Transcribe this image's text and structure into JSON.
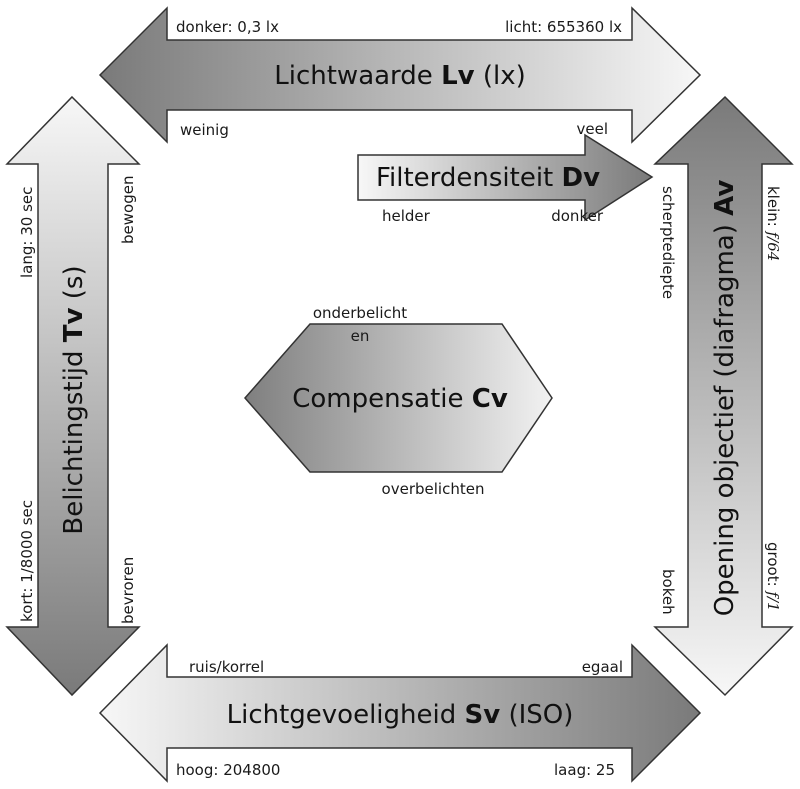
{
  "light_value": {
    "title": {
      "pre": "Lichtwaarde ",
      "sym": "Lv",
      "post": " (lx)"
    },
    "dark": "donker: 0,3 lx",
    "bright": "licht: 655360 lx",
    "little": "weinig",
    "much": "veel"
  },
  "filter": {
    "title": {
      "pre": "Filterdensiteit ",
      "sym": "Dv"
    },
    "light": "helder",
    "dark": "donker"
  },
  "exposure_time": {
    "title": {
      "pre": "Belichtingstijd ",
      "sym": "Tv",
      "post": " (s)"
    },
    "long": "lang: 30 sec",
    "short": "kort: 1/8000 sec",
    "moving": "bewogen",
    "frozen": "bevroren"
  },
  "aperture": {
    "title": {
      "pre": "Opening objectief (diafragma) ",
      "sym": "Av"
    },
    "small_prefix": "klein: ",
    "small_value": "f/64",
    "large_prefix": "groot: ",
    "large_value": "f/1",
    "depth": "scherptediepte",
    "bokeh": "bokeh"
  },
  "sensitivity": {
    "title": {
      "pre": "Lichtgevoeligheid ",
      "sym": "Sv",
      "post": " (ISO)"
    },
    "noise": "ruis/korrel",
    "smooth": "egaal",
    "high": "hoog: 204800",
    "low": "laag: 25"
  },
  "compensation": {
    "title": {
      "pre": "Compensatie ",
      "sym": "Cv"
    },
    "under": "onderbelicht",
    "and": "en",
    "over": "overbelichten"
  }
}
